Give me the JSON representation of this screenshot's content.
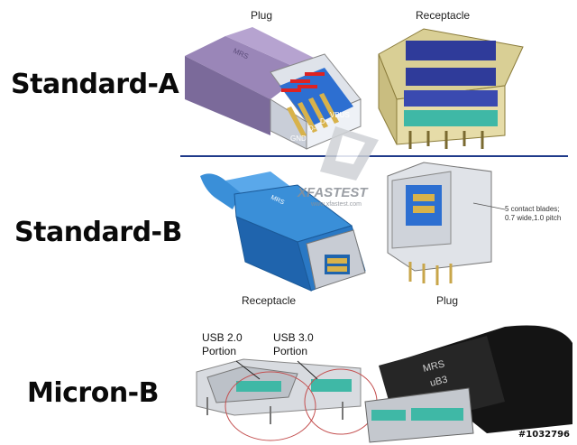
{
  "rows": {
    "standard_a": "Standard-A",
    "standard_b": "Standard-B",
    "micro_b": "Micron-B"
  },
  "headers": {
    "plug_top": "Plug",
    "receptacle_top": "Receptacle",
    "receptacle_mid": "Receptacle",
    "plug_mid": "Plug"
  },
  "plug_a_pins": {
    "gnd": "GND",
    "dminus": "D-",
    "dplus": "D+",
    "vbus": "VBUS"
  },
  "plug_a_brand": "MRS",
  "receptacle_b_note": {
    "line1": "5 contact blades;",
    "line2": "0.7 wide,1.0 pitch"
  },
  "micro_b_labels": {
    "usb2_line1": "USB 2.0",
    "usb2_line2": "Portion",
    "usb3_line1": "USB 3.0",
    "usb3_line2": "Portion"
  },
  "micro_b_plug_text": {
    "line1": "MRS",
    "line2": "uB3"
  },
  "logo": {
    "name": "XFASTEST",
    "url": "www.xfastest.com"
  },
  "watermark": "#1032796",
  "colors": {
    "divider": "#1f3a8a",
    "usb_blue": "#2d6fd1",
    "plug_purple": "#7b6a9a",
    "gold_pin": "#d8b24a",
    "teal_contact": "#3fb8a6"
  }
}
